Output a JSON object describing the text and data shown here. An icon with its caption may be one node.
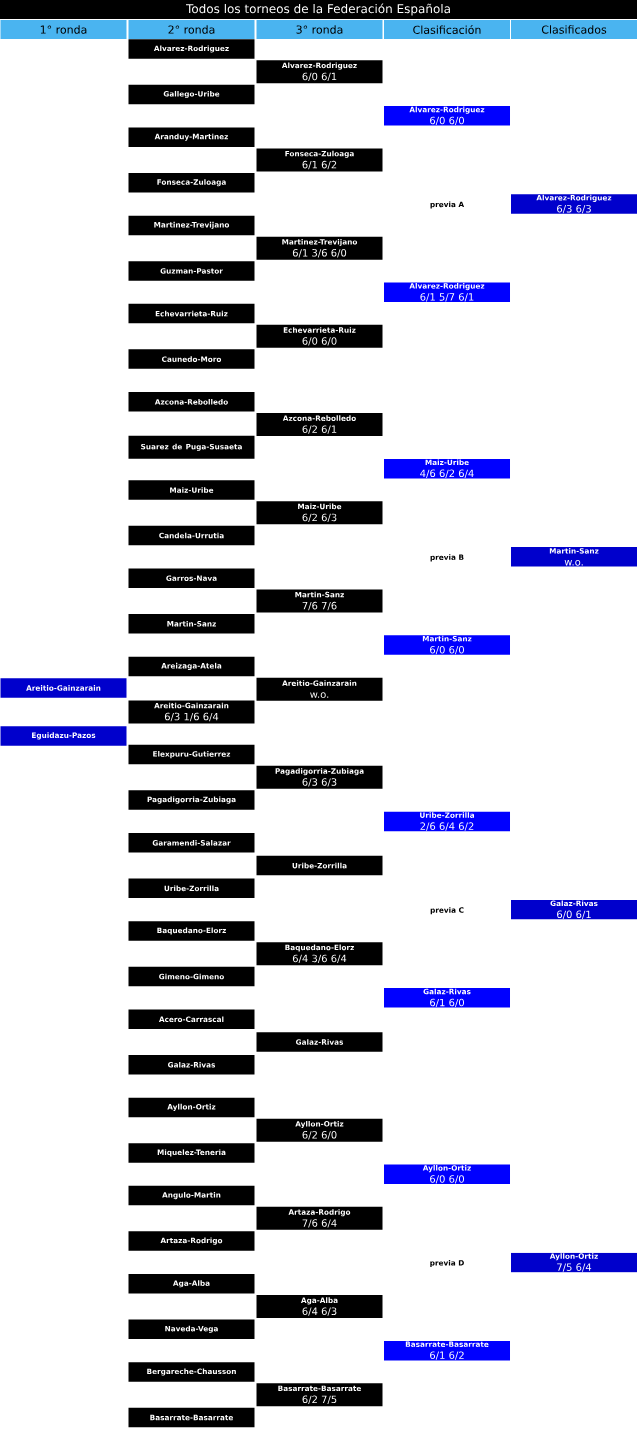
{
  "diagram": {
    "title": "Todos los torneos de la Federación Española",
    "nodes": [
      {
        "text": [
          "1° ronda"
        ]
      },
      {
        "text": [
          "2° ronda"
        ]
      },
      {
        "text": [
          "3° ronda"
        ]
      },
      {
        "text": [
          "Clasificación"
        ]
      },
      {
        "text": [
          "Clasificados"
        ]
      },
      {
        "text": [
          "Areitio-Gainzarain"
        ]
      },
      {
        "text": [
          "Eguidazu-Pazos"
        ]
      },
      {
        "text": [
          "Alvarez-Rodriguez"
        ]
      },
      {
        "text": [
          "Gallego-Uribe"
        ]
      },
      {
        "text": [
          "Aranduy-Martinez"
        ]
      },
      {
        "text": [
          "Fonseca-Zuloaga"
        ]
      },
      {
        "text": [
          "Martinez-Trevijano"
        ]
      },
      {
        "text": [
          "Guzman-Pastor"
        ]
      },
      {
        "text": [
          "Echevarrieta-Ruiz"
        ]
      },
      {
        "text": [
          "Caunedo-Moro"
        ]
      },
      {
        "text": [
          "Azcona-Rebolledo"
        ]
      },
      {
        "text": [
          "Suarez de Puga-Susaeta"
        ]
      },
      {
        "text": [
          "Maiz-Uribe"
        ]
      },
      {
        "text": [
          "Candela-Urrutia"
        ]
      },
      {
        "text": [
          "Garros-Nava"
        ]
      },
      {
        "text": [
          "Martin-Sanz"
        ]
      },
      {
        "text": [
          "Areizaga-Atela"
        ]
      },
      {
        "text": [
          "Areitio-Gainzarain",
          "6/3 1/6 6/4"
        ]
      },
      {
        "text": [
          "Elexpuru-Gutierrez"
        ]
      },
      {
        "text": [
          "Pagadigorria-Zubiaga"
        ]
      },
      {
        "text": [
          "Garamendi-Salazar"
        ]
      },
      {
        "text": [
          "Uribe-Zorrilla"
        ]
      },
      {
        "text": [
          "Baquedano-Elorz"
        ]
      },
      {
        "text": [
          "Gimeno-Gimeno"
        ]
      },
      {
        "text": [
          "Acero-Carrascal"
        ]
      },
      {
        "text": [
          "Galaz-Rivas"
        ]
      },
      {
        "text": [
          "Ayllon-Ortiz"
        ]
      },
      {
        "text": [
          "Miquelez-Teneria"
        ]
      },
      {
        "text": [
          "Angulo-Martin"
        ]
      },
      {
        "text": [
          "Artaza-Rodrigo"
        ]
      },
      {
        "text": [
          "Aga-Alba"
        ]
      },
      {
        "text": [
          "Naveda-Vega"
        ]
      },
      {
        "text": [
          "Bergareche-Chausson"
        ]
      },
      {
        "text": [
          "Basarrate-Basarrate"
        ]
      },
      {
        "text": [
          "Alvarez-Rodriguez",
          "6/0 6/1"
        ]
      },
      {
        "text": [
          "Fonseca-Zuloaga",
          "6/1 6/2"
        ]
      },
      {
        "text": [
          "Martinez-Trevijano",
          "6/1 3/6 6/0"
        ]
      },
      {
        "text": [
          "Echevarrieta-Ruiz",
          "6/0 6/0"
        ]
      },
      {
        "text": [
          "Azcona-Rebolledo",
          "6/2 6/1"
        ]
      },
      {
        "text": [
          "Maiz-Uribe",
          "6/2 6/3"
        ]
      },
      {
        "text": [
          "Martin-Sanz",
          "7/6 7/6"
        ]
      },
      {
        "text": [
          "Areitio-Gainzarain",
          "w.o."
        ]
      },
      {
        "text": [
          "Pagadigorria-Zubiaga",
          "6/3 6/3"
        ]
      },
      {
        "text": [
          "Uribe-Zorrilla"
        ]
      },
      {
        "text": [
          "Baquedano-Elorz",
          "6/4 3/6 6/4"
        ]
      },
      {
        "text": [
          "Galaz-Rivas"
        ]
      },
      {
        "text": [
          "Ayllon-Ortiz",
          "6/2 6/0"
        ]
      },
      {
        "text": [
          "Artaza-Rodrigo",
          "7/6 6/4"
        ]
      },
      {
        "text": [
          "Aga-Alba",
          "6/4 6/3"
        ]
      },
      {
        "text": [
          "Basarrate-Basarrate",
          "6/2 7/5"
        ]
      },
      {
        "text": [
          "Alvarez-Rodriguez",
          "6/0 6/0"
        ]
      },
      {
        "text": [
          "Alvarez-Rodriguez",
          "6/1 5/7 6/1"
        ]
      },
      {
        "text": [
          "Maiz-Uribe",
          "4/6 6/2 6/4"
        ]
      },
      {
        "text": [
          "Martin-Sanz",
          "6/0 6/0"
        ]
      },
      {
        "text": [
          "Uribe-Zorrilla",
          "2/6 6/4 6/2"
        ]
      },
      {
        "text": [
          "Galaz-Rivas",
          "6/1 6/0"
        ]
      },
      {
        "text": [
          "Ayllon-Ortiz",
          "6/0 6/0"
        ]
      },
      {
        "text": [
          "Basarrate-Basarrate",
          "6/1 6/2"
        ]
      },
      {
        "text": [
          "Alvarez-Rodriguez",
          "6/3 6/3"
        ]
      },
      {
        "text": [
          "Martin-Sanz",
          "w.o."
        ]
      },
      {
        "text": [
          "Galaz-Rivas",
          "6/0 6/1"
        ]
      },
      {
        "text": [
          "Ayllon-Ortiz",
          "7/5 6/4"
        ]
      }
    ],
    "labels": [
      "previa A",
      "previa B",
      "previa C",
      "previa D"
    ]
  }
}
